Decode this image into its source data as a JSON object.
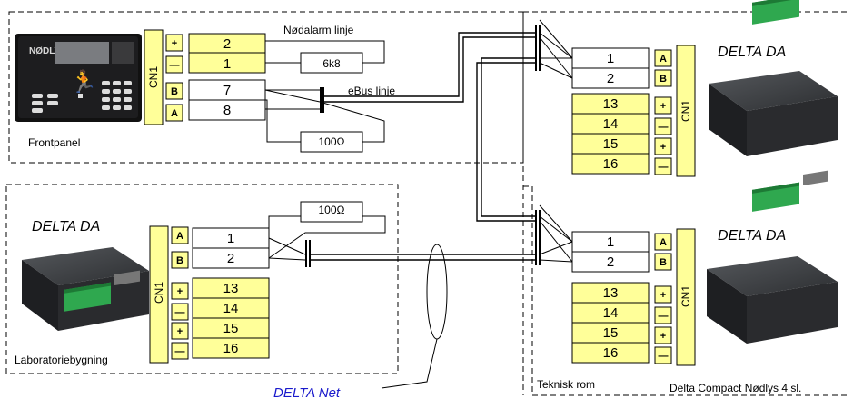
{
  "front": {
    "brand": "NØDLYS",
    "connector": "CN1",
    "pins": [
      {
        "sign": "+",
        "num": "2"
      },
      {
        "sign": "—",
        "num": "1"
      },
      {
        "sign": "B",
        "num": "7"
      },
      {
        "sign": "A",
        "num": "8"
      }
    ],
    "nodalarm": "Nødalarm linje",
    "resistor_6k8": "6k8",
    "ebus": "eBus linje",
    "resistor_100": "100Ω",
    "caption": "Frontpanel"
  },
  "labs": {
    "title": "DELTA DA",
    "connector": "CN1",
    "pins": [
      {
        "sign": "A",
        "num": "1"
      },
      {
        "sign": "B",
        "num": "2"
      },
      {
        "sign": "+",
        "num": "13"
      },
      {
        "sign": "—",
        "num": "14"
      },
      {
        "sign": "+",
        "num": "15"
      },
      {
        "sign": "—",
        "num": "16"
      }
    ],
    "resistor_100": "100Ω",
    "caption": "Laboratoriebygning"
  },
  "tek_top": {
    "title": "DELTA DA",
    "connector": "CN1",
    "pins": [
      {
        "sign": "A",
        "num": "1"
      },
      {
        "sign": "B",
        "num": "2"
      },
      {
        "sign": "+",
        "num": "13"
      },
      {
        "sign": "—",
        "num": "14"
      },
      {
        "sign": "+",
        "num": "15"
      },
      {
        "sign": "—",
        "num": "16"
      }
    ]
  },
  "tek_bot": {
    "title": "DELTA DA",
    "connector": "CN1",
    "pins": [
      {
        "sign": "A",
        "num": "1"
      },
      {
        "sign": "B",
        "num": "2"
      },
      {
        "sign": "+",
        "num": "13"
      },
      {
        "sign": "—",
        "num": "14"
      },
      {
        "sign": "+",
        "num": "15"
      },
      {
        "sign": "—",
        "num": "16"
      }
    ]
  },
  "tek_caption": "Teknisk rom",
  "footer": "Delta Compact  Nødlys 4 sl.",
  "delta_net": "DELTA Net",
  "colors": {
    "pin_fill": "#ffff99",
    "net_label": "#1a1acc"
  }
}
